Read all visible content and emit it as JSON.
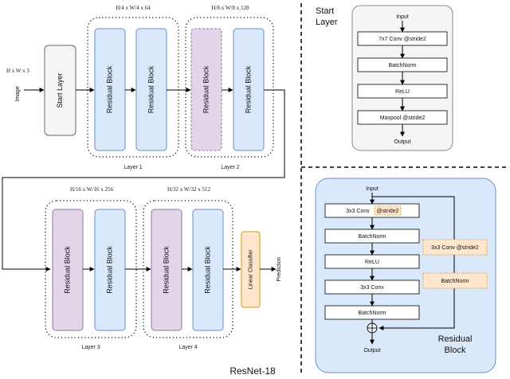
{
  "diagram": {
    "title": "ResNet-18",
    "input_dim": "H x W x 3",
    "input_label": "Image",
    "start_layer_label": "Start Layer",
    "residual_block_label": "Residual Block",
    "linear_classifier_label": "Linear Classifier",
    "output_label": "Prediction",
    "layers": [
      {
        "name": "Layer 1",
        "dim": "H/4 x W/4 x 64"
      },
      {
        "name": "Layer 2",
        "dim": "H/8 x W/8 x 128"
      },
      {
        "name": "Layer 3",
        "dim": "H/16 x W/16 x 256"
      },
      {
        "name": "Layer 4",
        "dim": "H/32 x W/32 x 512"
      }
    ]
  },
  "start_layer_panel": {
    "heading_line1": "Start",
    "heading_line2": "Layer",
    "input": "Input",
    "output": "Output",
    "steps": [
      "7x7 Conv @stride2",
      "BatchNorm",
      "ReLU",
      "Maxpool @stride2"
    ]
  },
  "residual_panel": {
    "heading_line1": "Residual",
    "heading_line2": "Block",
    "input": "Input",
    "output": "Output",
    "conv1": "3x3 Conv",
    "conv1_stride": "@stride2",
    "steps": [
      "BatchNorm",
      "ReLU",
      "3x3 Conv",
      "BatchNorm"
    ],
    "shortcut_conv": "3x3 Conv @stride2",
    "shortcut_bn": "BatchNorm"
  },
  "colors": {
    "blue_block": "#dae8fc",
    "blue_border": "#6c8ebf",
    "purple_block": "#e1d5e7",
    "purple_border": "#9673a6",
    "gray_block": "#f5f5f5",
    "panel_blue": "#dae8fc",
    "orange_block": "#ffe6cc",
    "orange_border": "#d79b00"
  }
}
